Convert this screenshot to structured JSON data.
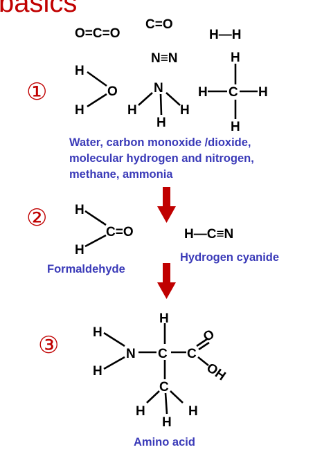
{
  "page_title": "basics",
  "steps": {
    "one": "①",
    "two": "②",
    "three": "③"
  },
  "captions": {
    "stage1_line1": "Water, carbon monoxide /dioxide,",
    "stage1_line2": "molecular hydrogen and nitrogen,",
    "stage1_line3": "methane, ammonia",
    "formaldehyde": "Formaldehyde",
    "hydrogen_cyanide": "Hydrogen cyanide",
    "amino_acid": "Amino acid"
  },
  "formulas": {
    "co2": "O=C=O",
    "co": "C=O",
    "h2": "H—H",
    "n2": "N≡N",
    "hcn": "H—C≡N",
    "formaldehyde_carbonyl": "C=O"
  },
  "atoms": {
    "H": "H",
    "O": "O",
    "N": "N",
    "C": "C",
    "OH": "OH"
  },
  "colors": {
    "title": "#c00000",
    "caption": "#3a3ab8",
    "arrow": "#c00000",
    "bond": "#000000"
  }
}
